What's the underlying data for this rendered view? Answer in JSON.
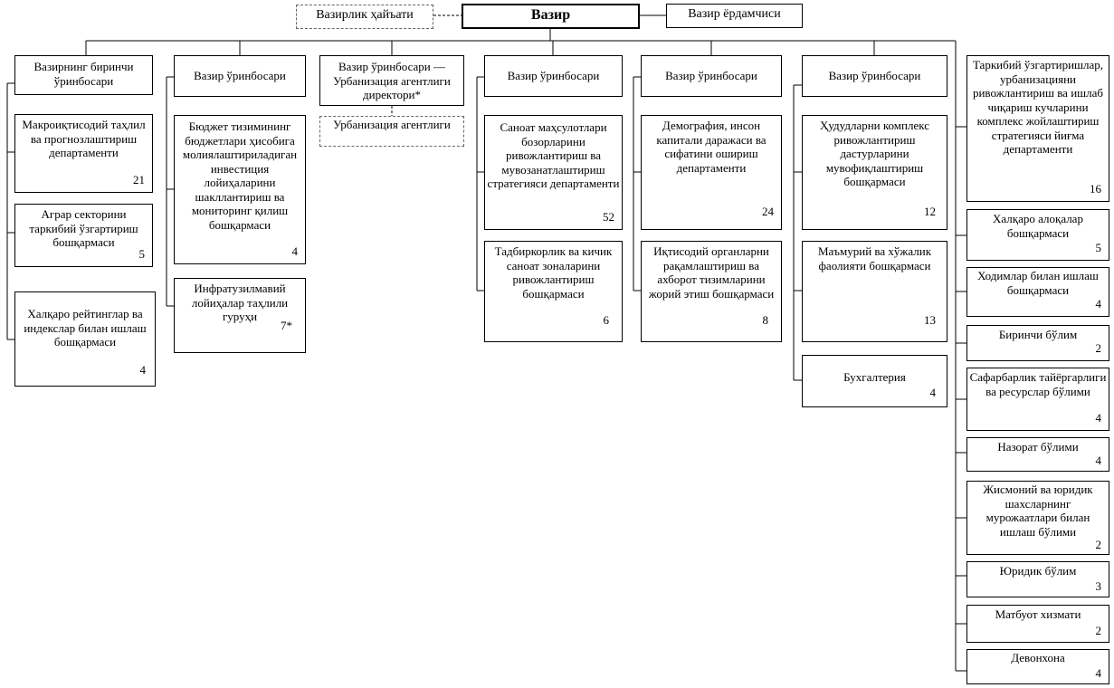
{
  "top": {
    "council": "Вазирлик ҳайъати",
    "minister": "Вазир",
    "assistant": "Вазир ёрдамчиси"
  },
  "col1": {
    "head": "Вазирнинг биринчи ўринбосари",
    "units": [
      {
        "name": "Макроиқтисодий таҳлил ва прогнозлаштириш департаменти",
        "count": "21"
      },
      {
        "name": "Аграр секторини таркибий ўзгартириш бошқармаси",
        "count": "5"
      },
      {
        "name": "Халқаро рейтинглар ва индекслар билан ишлаш бошқармаси",
        "count": "4"
      }
    ]
  },
  "col2": {
    "head": "Вазир ўринбосари",
    "units": [
      {
        "name": "Бюджет тизимининг бюджетлари ҳисобига молиялаштириладиган инвестиция лойиҳаларини шакллантириш ва мониторинг қилиш бошқармаси",
        "count": "4"
      },
      {
        "name": "Инфратузилмавий лойиҳалар таҳлили гуруҳи",
        "count": "7*"
      }
    ]
  },
  "col3": {
    "head": "Вазир ўринбосари — Урбанизация агентлиги директори*",
    "agency": "Урбанизация агентлиги"
  },
  "col4": {
    "head": "Вазир ўринбосари",
    "units": [
      {
        "name": "Саноат маҳсулотлари бозорларини ривожлантириш ва мувозанатлаштириш стратегияси департаменти",
        "count": "52"
      },
      {
        "name": "Тадбиркорлик ва кичик саноат зоналарини ривожлантириш бошқармаси",
        "count": "6"
      }
    ]
  },
  "col5": {
    "head": "Вазир ўринбосари",
    "units": [
      {
        "name": "Демография, инсон капитали даражаси ва сифатини ошириш департаменти",
        "count": "24"
      },
      {
        "name": "Иқтисодий органларни рақамлаштириш ва ахборот тизимларини жорий этиш бошқармаси",
        "count": "8"
      }
    ]
  },
  "col6": {
    "head": "Вазир ўринбосари",
    "units": [
      {
        "name": "Ҳудудларни комплекс ривожлантириш дастурларини мувофиқлаштириш бошқармаси",
        "count": "12"
      },
      {
        "name": "Маъмурий ва хўжалик фаолияти бошқармаси",
        "count": "13"
      },
      {
        "name": "Бухгалтерия",
        "count": "4"
      }
    ]
  },
  "right": {
    "units": [
      {
        "name": "Таркибий ўзгартиришлар, урбанизацияни ривожлантириш ва ишлаб чиқариш кучларини комплекс жойлаштириш стратегияси йиғма департаменти",
        "count": "16"
      },
      {
        "name": "Халқаро алоқалар бошқармаси",
        "count": "5"
      },
      {
        "name": "Ходимлар билан ишлаш бошқармаси",
        "count": "4"
      },
      {
        "name": "Биринчи бўлим",
        "count": "2"
      },
      {
        "name": "Сафарбарлик тайёргарлиги ва ресурслар бўлими",
        "count": "4"
      },
      {
        "name": "Назорат бўлими",
        "count": "4"
      },
      {
        "name": "Жисмоний ва юридик шахсларнинг мурожаатлари билан ишлаш бўлими",
        "count": "2"
      },
      {
        "name": "Юридик бўлим",
        "count": "3"
      },
      {
        "name": "Матбуот хизмати",
        "count": "2"
      },
      {
        "name": "Девонхона",
        "count": "4"
      }
    ]
  }
}
